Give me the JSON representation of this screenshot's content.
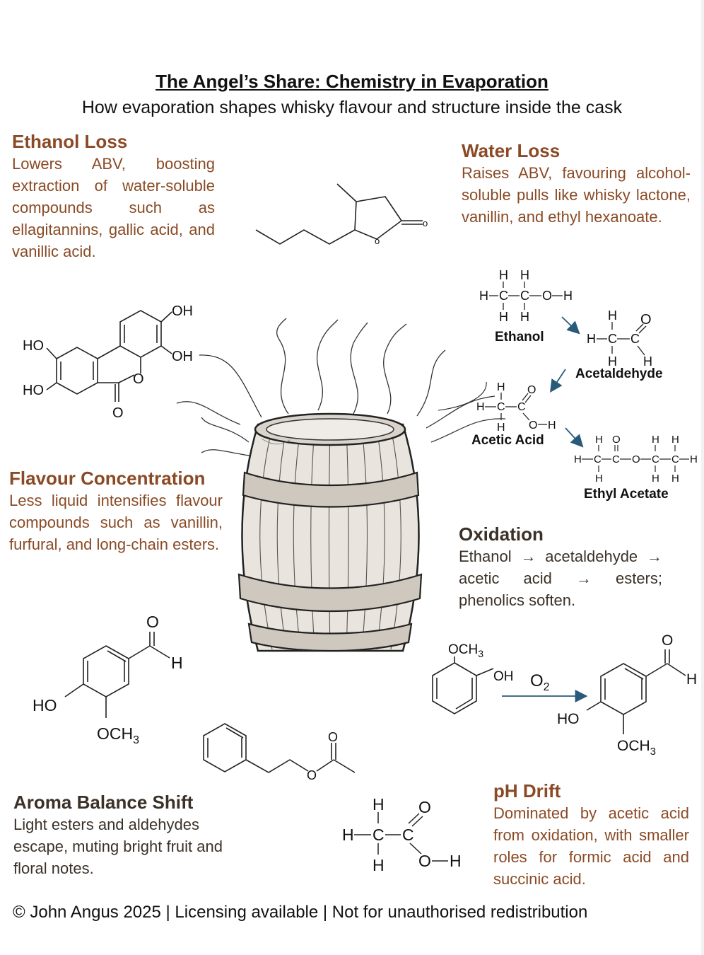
{
  "title": "The Angel’s Share: Chemistry in Evaporation",
  "subtitle": "How evaporation shapes whisky flavour and structure inside the cask",
  "sections": {
    "ethanol_loss": {
      "heading": "Ethanol Loss",
      "body": "Lowers ABV, boosting extraction of water-soluble compounds such as ellagitannins, gallic acid, and vanillic acid."
    },
    "water_loss": {
      "heading": "Water Loss",
      "body": "Raises ABV, favouring alcohol-soluble pulls like whisky lactone, vanillin, and ethyl hexanoate."
    },
    "flavour_concentration": {
      "heading": "Flavour Concentration",
      "body": "Less liquid intensifies flavour compounds such as vanillin, furfural, and long-chain esters."
    },
    "oxidation": {
      "heading": "Oxidation",
      "body": "Ethanol → acetaldehyde → acetic acid → esters; phenolics soften."
    },
    "aroma_balance": {
      "heading": "Aroma Balance Shift",
      "body": "Light esters and aldehydes escape, muting bright fruit and floral notes."
    },
    "ph_drift": {
      "heading": "pH Drift",
      "body": "Dominated by acetic acid from oxidation, with smaller roles for formic acid and succinic acid."
    }
  },
  "molecules": {
    "ethanol": "Ethanol",
    "acetaldehyde": "Acetaldehyde",
    "acetic_acid": "Acetic Acid",
    "ethyl_acetate": "Ethyl Acetate"
  },
  "atoms": {
    "H": "H",
    "C": "C",
    "O": "O",
    "o": "o",
    "OH": "OH",
    "HO": "HO",
    "OCH3": "OCH",
    "sub3": "3",
    "O2": "O",
    "sub2": "2"
  },
  "footer": "© John Angus 2025 | Licensing available | Not for unauthorised redistribution"
}
